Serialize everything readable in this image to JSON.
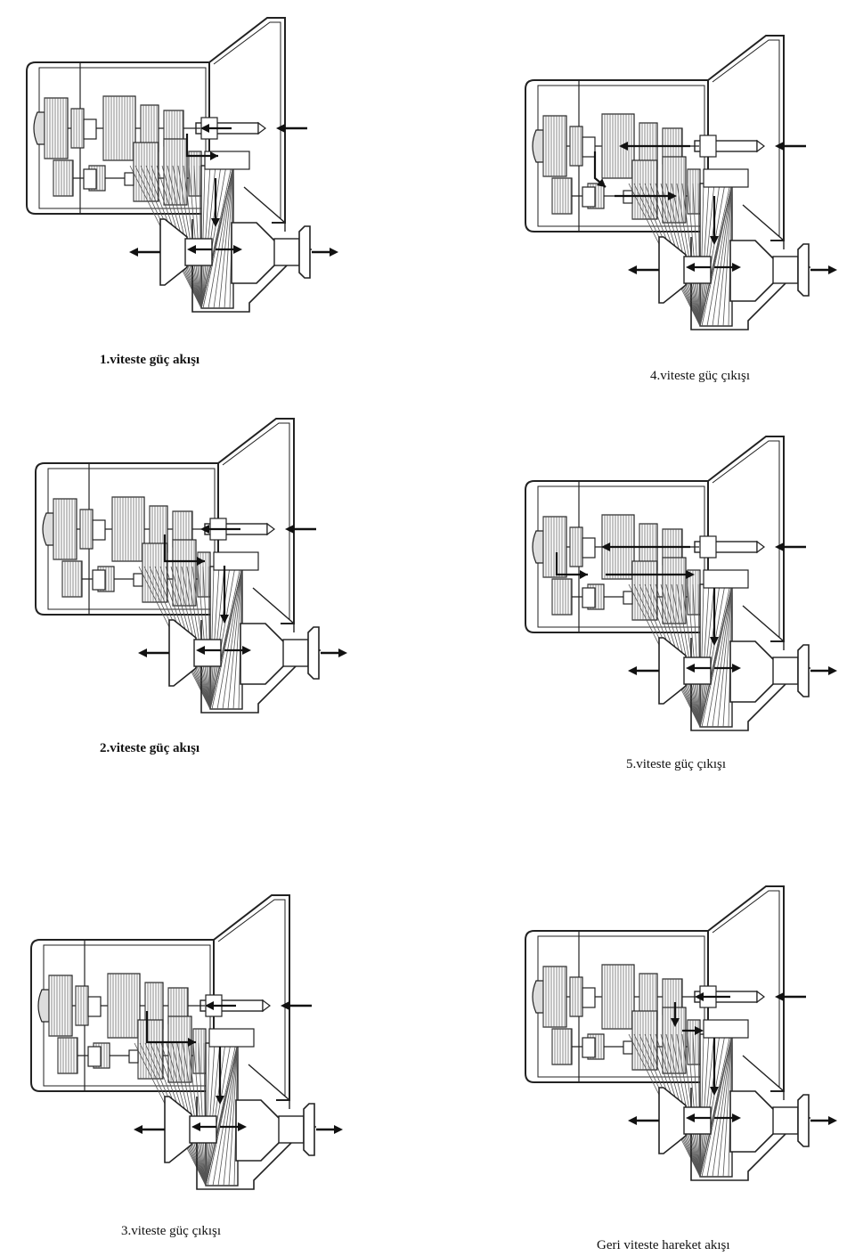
{
  "panels": [
    {
      "id": "gear-1",
      "caption": "1.viteste güç akışı",
      "caption_bold": true
    },
    {
      "id": "gear-4",
      "caption": "4.viteste güç çıkışı",
      "caption_bold": false
    },
    {
      "id": "gear-2",
      "caption": "2.viteste güç akışı",
      "caption_bold": true
    },
    {
      "id": "gear-5",
      "caption": "5.viteste güç çıkışı",
      "caption_bold": false
    },
    {
      "id": "gear-3",
      "caption": "3.viteste güç çıkışı",
      "caption_bold": false
    },
    {
      "id": "gear-reverse",
      "caption": "Geri viteste hareket akışı",
      "caption_bold": false
    }
  ],
  "colors": {
    "line": "#222222",
    "hatch": "#555555",
    "background": "#ffffff"
  },
  "icons": [
    "input-arrow-icon",
    "output-arrow-icon",
    "power-flow-arrow-icon",
    "gear-stack-icon",
    "differential-icon"
  ]
}
